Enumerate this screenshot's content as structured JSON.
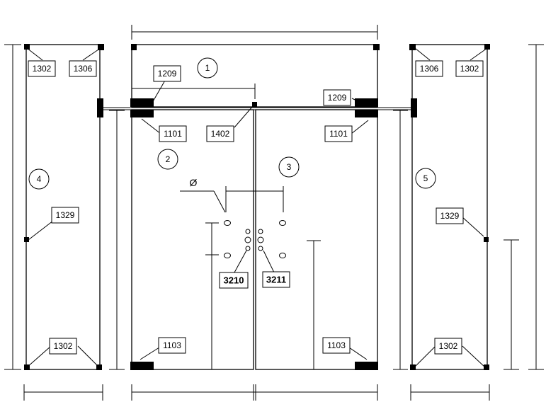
{
  "panel_numbers": {
    "p1": "1",
    "p2": "2",
    "p3": "3",
    "p4": "4",
    "p5": "5"
  },
  "part_tags": {
    "left_top_1": "1302",
    "left_top_2": "1306",
    "left_mid": "1329",
    "left_bottom": "1302",
    "top_left": "1209",
    "top_right": "1209",
    "door_left_top": "1101",
    "center_lock": "1402",
    "door_right_top": "1101",
    "handle_left": "3210",
    "handle_right": "3211",
    "door_left_bottom": "1103",
    "door_right_bottom": "1103",
    "right_top_1": "1306",
    "right_top_2": "1302",
    "right_mid": "1329",
    "right_bottom": "1302"
  },
  "hole_symbol": "Ø"
}
